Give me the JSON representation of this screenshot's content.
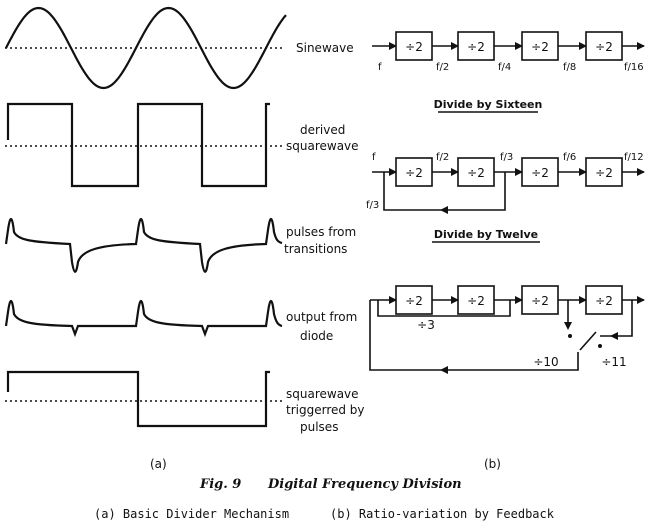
{
  "panel_a": {
    "labels": {
      "sinewave": "Sinewave",
      "derived_1": "derived",
      "derived_2": "squarewave",
      "pulses_1": "pulses from",
      "pulses_2": "transitions",
      "output_1": "output from",
      "output_2": "diode",
      "trig_1": "squarewave",
      "trig_2": "triggerred by",
      "trig_3": "pulses"
    },
    "panel_label": "(a)"
  },
  "panel_b": {
    "divider_label": "÷2",
    "chain16": {
      "title": "Divide by Sixteen",
      "inputs": [
        "f",
        "f/2",
        "f/4",
        "f/8",
        "f/16"
      ]
    },
    "chain12": {
      "title": "Divide by Twelve",
      "inputs": [
        "f",
        "f/2",
        "f/3",
        "f/6",
        "f/12"
      ],
      "feedback_label": "f/3"
    },
    "chain_var": {
      "div3": "÷3",
      "div10": "÷10",
      "div11": "÷11"
    },
    "panel_label": "(b)"
  },
  "caption": {
    "fig": "Fig. 9",
    "title": "Digital Frequency Division",
    "sub_a": "(a)  Basic Divider Mechanism",
    "sub_b": "(b)  Ratio-variation by Feedback"
  }
}
